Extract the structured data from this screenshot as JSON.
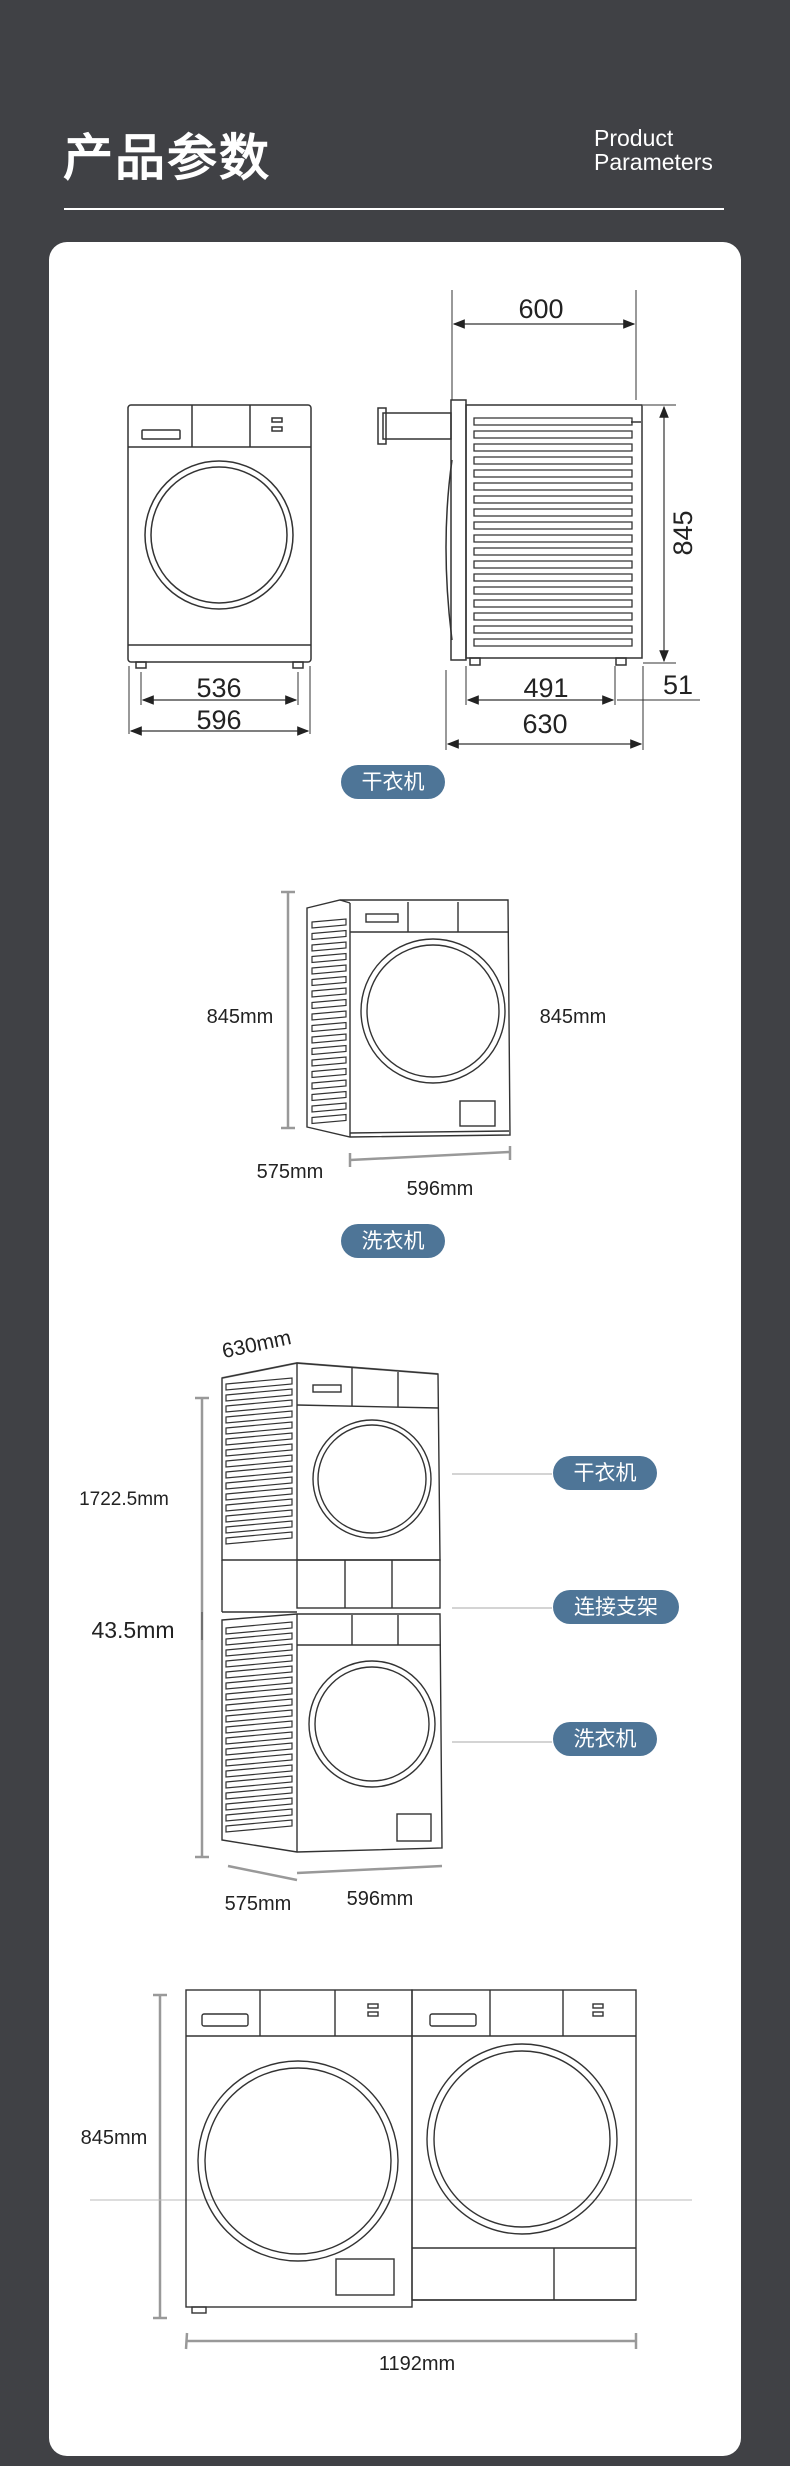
{
  "header": {
    "title": "产品参数",
    "subtitle_line1": "Product",
    "subtitle_line2": "Parameters"
  },
  "section1": {
    "front_inner_width": "536",
    "front_outer_width": "596",
    "top_width": "600",
    "side_height": "845",
    "side_body_depth": "491",
    "side_extra": "51",
    "side_total_depth": "630",
    "label": "干衣机"
  },
  "section2": {
    "height_left": "845mm",
    "height_right": "845mm",
    "depth": "575mm",
    "width": "596mm",
    "label": "洗衣机"
  },
  "section3": {
    "top_depth": "630mm",
    "total_height": "1722.5mm",
    "rack_height": "43.5mm",
    "depth": "575mm",
    "width": "596mm",
    "label_dryer": "干衣机",
    "label_rack": "连接支架",
    "label_washer": "洗衣机"
  },
  "section4": {
    "height": "845mm",
    "total_width": "1192mm"
  },
  "colors": {
    "background": "#404145",
    "card": "#ffffff",
    "pill": "#4e7597",
    "line": "#222222"
  }
}
